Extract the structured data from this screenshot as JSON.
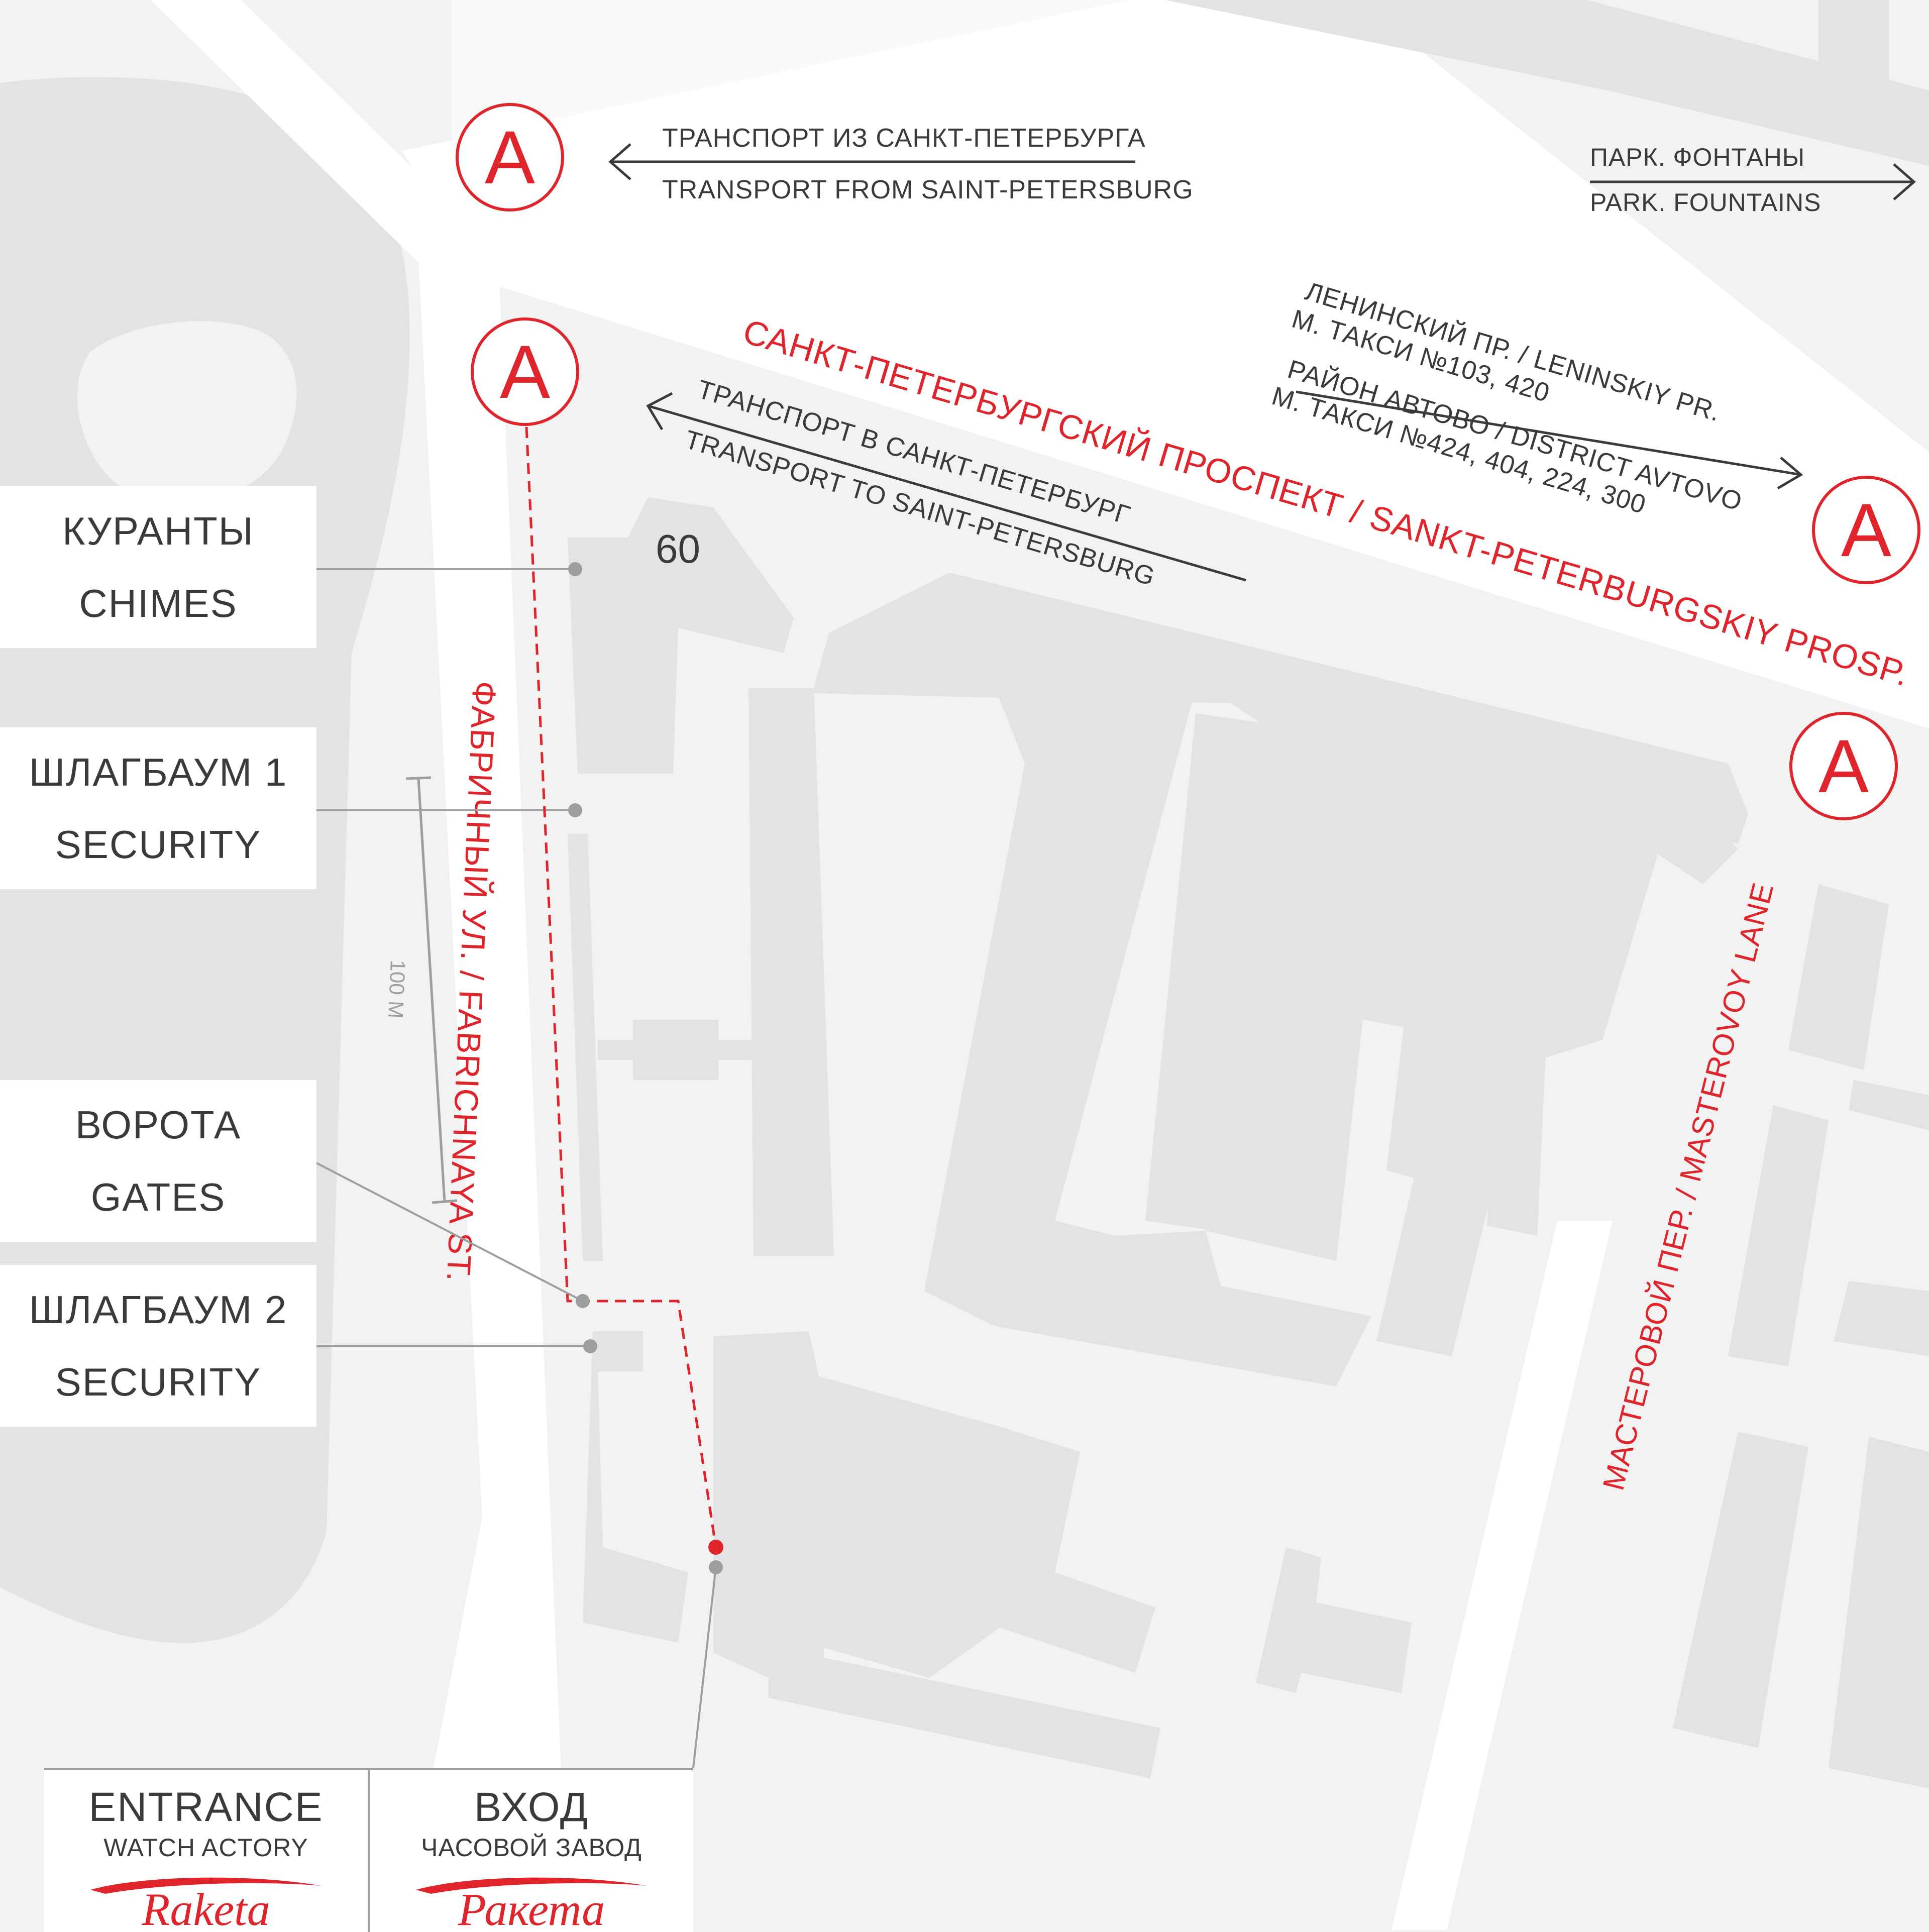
{
  "streets": {
    "main_avenue": "САНКТ-ПЕТЕРБУРГСКИЙ ПРОСПЕКТ / SANKT-PETERBURGSKIY PROSP.",
    "fabrichnaya": "ФАБРИЧНЫЙ УЛ. / FABRICHNAYA ST.",
    "masterovoy": "МАСТЕРОВОЙ ПЕР. / MASTEROVOY LANE"
  },
  "directions": {
    "from_spb_ru": "ТРАНСПОРТ ИЗ САНКТ-ПЕТЕРБУРГА",
    "from_spb_en": "TRANSPORT FROM SAINT-PETERSBURG",
    "to_spb_ru": "ТРАНСПОРТ В САНКТ-ПЕТЕРБУРГ",
    "to_spb_en": "TRANSPORT TO SAINT-PETERSBURG",
    "park_ru": "ПАРК. ФОНТАНЫ",
    "park_en": "PARK. FOUNTAINS",
    "leninsky": "ЛЕНИНСКИЙ ПР. / LENINSKIY PR.",
    "leninsky_taxi": "М. ТАКСИ №103, 420",
    "avtovo": "РАЙОН АВТОВО / DISTRICT AVTOVO",
    "avtovo_taxi": "М. ТАКСИ №424, 404, 224, 300"
  },
  "bus_stop_symbol": "А",
  "building_number": "60",
  "scale_label": "100 М",
  "landmarks": [
    {
      "ru": "КУРАНТЫ",
      "en": "CHIMES"
    },
    {
      "ru": "ШЛАГБАУМ 1",
      "en": "SECURITY"
    },
    {
      "ru": "ВОРОТА",
      "en": "GATES"
    },
    {
      "ru": "ШЛАГБАУМ 2",
      "en": "SECURITY"
    }
  ],
  "legend": {
    "left_title": "ENTRANCE",
    "left_sub": "WATCH ACTORY",
    "left_logo": "Raketa",
    "right_title": "ВХОД",
    "right_sub": "ЧАСОВОЙ ЗАВОД",
    "right_logo": "Ракета"
  },
  "colors": {
    "accent_red": "#e0242c",
    "block_gray": "#e3e3e3",
    "road_white": "#ffffff",
    "background": "#f2f2f2",
    "text": "#3a3a3a"
  }
}
